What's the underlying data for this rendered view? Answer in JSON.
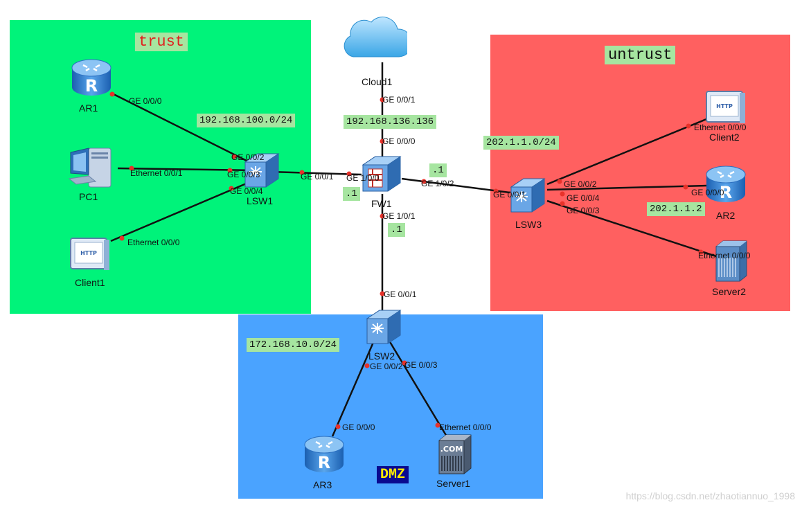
{
  "zones": {
    "trust": "trust",
    "untrust": "untrust",
    "dmz": "DMZ"
  },
  "subnets": {
    "trust": "192.168.100.0/24",
    "cloud": "192.168.136.136",
    "untrust": "202.1.1.0/24",
    "ar2_ip": "202.1.1.2",
    "dmz": "172.168.10.0/24",
    "fw_trust_host": ".1",
    "fw_untrust_host": ".1",
    "fw_dmz_host": ".1"
  },
  "devices": {
    "ar1": "AR1",
    "pc1": "PC1",
    "client1": "Client1",
    "lsw1": "LSW1",
    "cloud1": "Cloud1",
    "fw1": "FW1",
    "lsw3": "LSW3",
    "client2": "Client2",
    "ar2": "AR2",
    "server2": "Server2",
    "lsw2": "LSW2",
    "ar3": "AR3",
    "server1": "Server1"
  },
  "ports": {
    "ar1_ge000": "GE 0/0/0",
    "pc1_eth001": "Ethernet 0/0/1",
    "client1_eth000": "Ethernet 0/0/0",
    "lsw1_ge002": "GE 0/0/2",
    "lsw1_ge003": "GE 0/0/3",
    "lsw1_ge004": "GE 0/0/4",
    "lsw1_ge001": "GE 0/0/1",
    "cloud_ge001": "GE 0/0/1",
    "fw_ge000": "GE 0/0/0",
    "fw_ge100": "GE 1/0/0",
    "fw_ge102": "GE 1/0/2",
    "fw_ge101": "GE 1/0/1",
    "lsw3_ge001": "GE 0/0/1",
    "lsw3_ge002": "GE 0/0/2",
    "lsw3_ge004": "GE 0/0/4",
    "lsw3_ge003": "GE 0/0/3",
    "client2_eth000": "Ethernet 0/0/0",
    "ar2_ge000": "GE 0/0/0",
    "server2_eth000": "Ethernet 0/0/0",
    "lsw2_ge001": "GE 0/0/1",
    "lsw2_ge002": "GE 0/0/2",
    "lsw2_ge003": "GE 0/0/3",
    "ar3_ge000": "GE 0/0/0",
    "server1_eth000": "Ethernet 0/0/0"
  },
  "icons": {
    "router": "router-icon",
    "switch": "switch-icon",
    "firewall": "firewall-icon",
    "cloud": "cloud-icon",
    "pc": "pc-icon",
    "client": "http-client-icon",
    "server": "server-icon",
    "server_com": "com-server-icon"
  },
  "colors": {
    "trust_zone": "#00f37a",
    "untrust_zone": "#ff6060",
    "dmz_zone": "#4aa3ff",
    "tag_bg": "#a6e5a0",
    "port_dot": "#e8322a"
  },
  "watermark": "https://blog.csdn.net/zhaotiannuo_1998"
}
